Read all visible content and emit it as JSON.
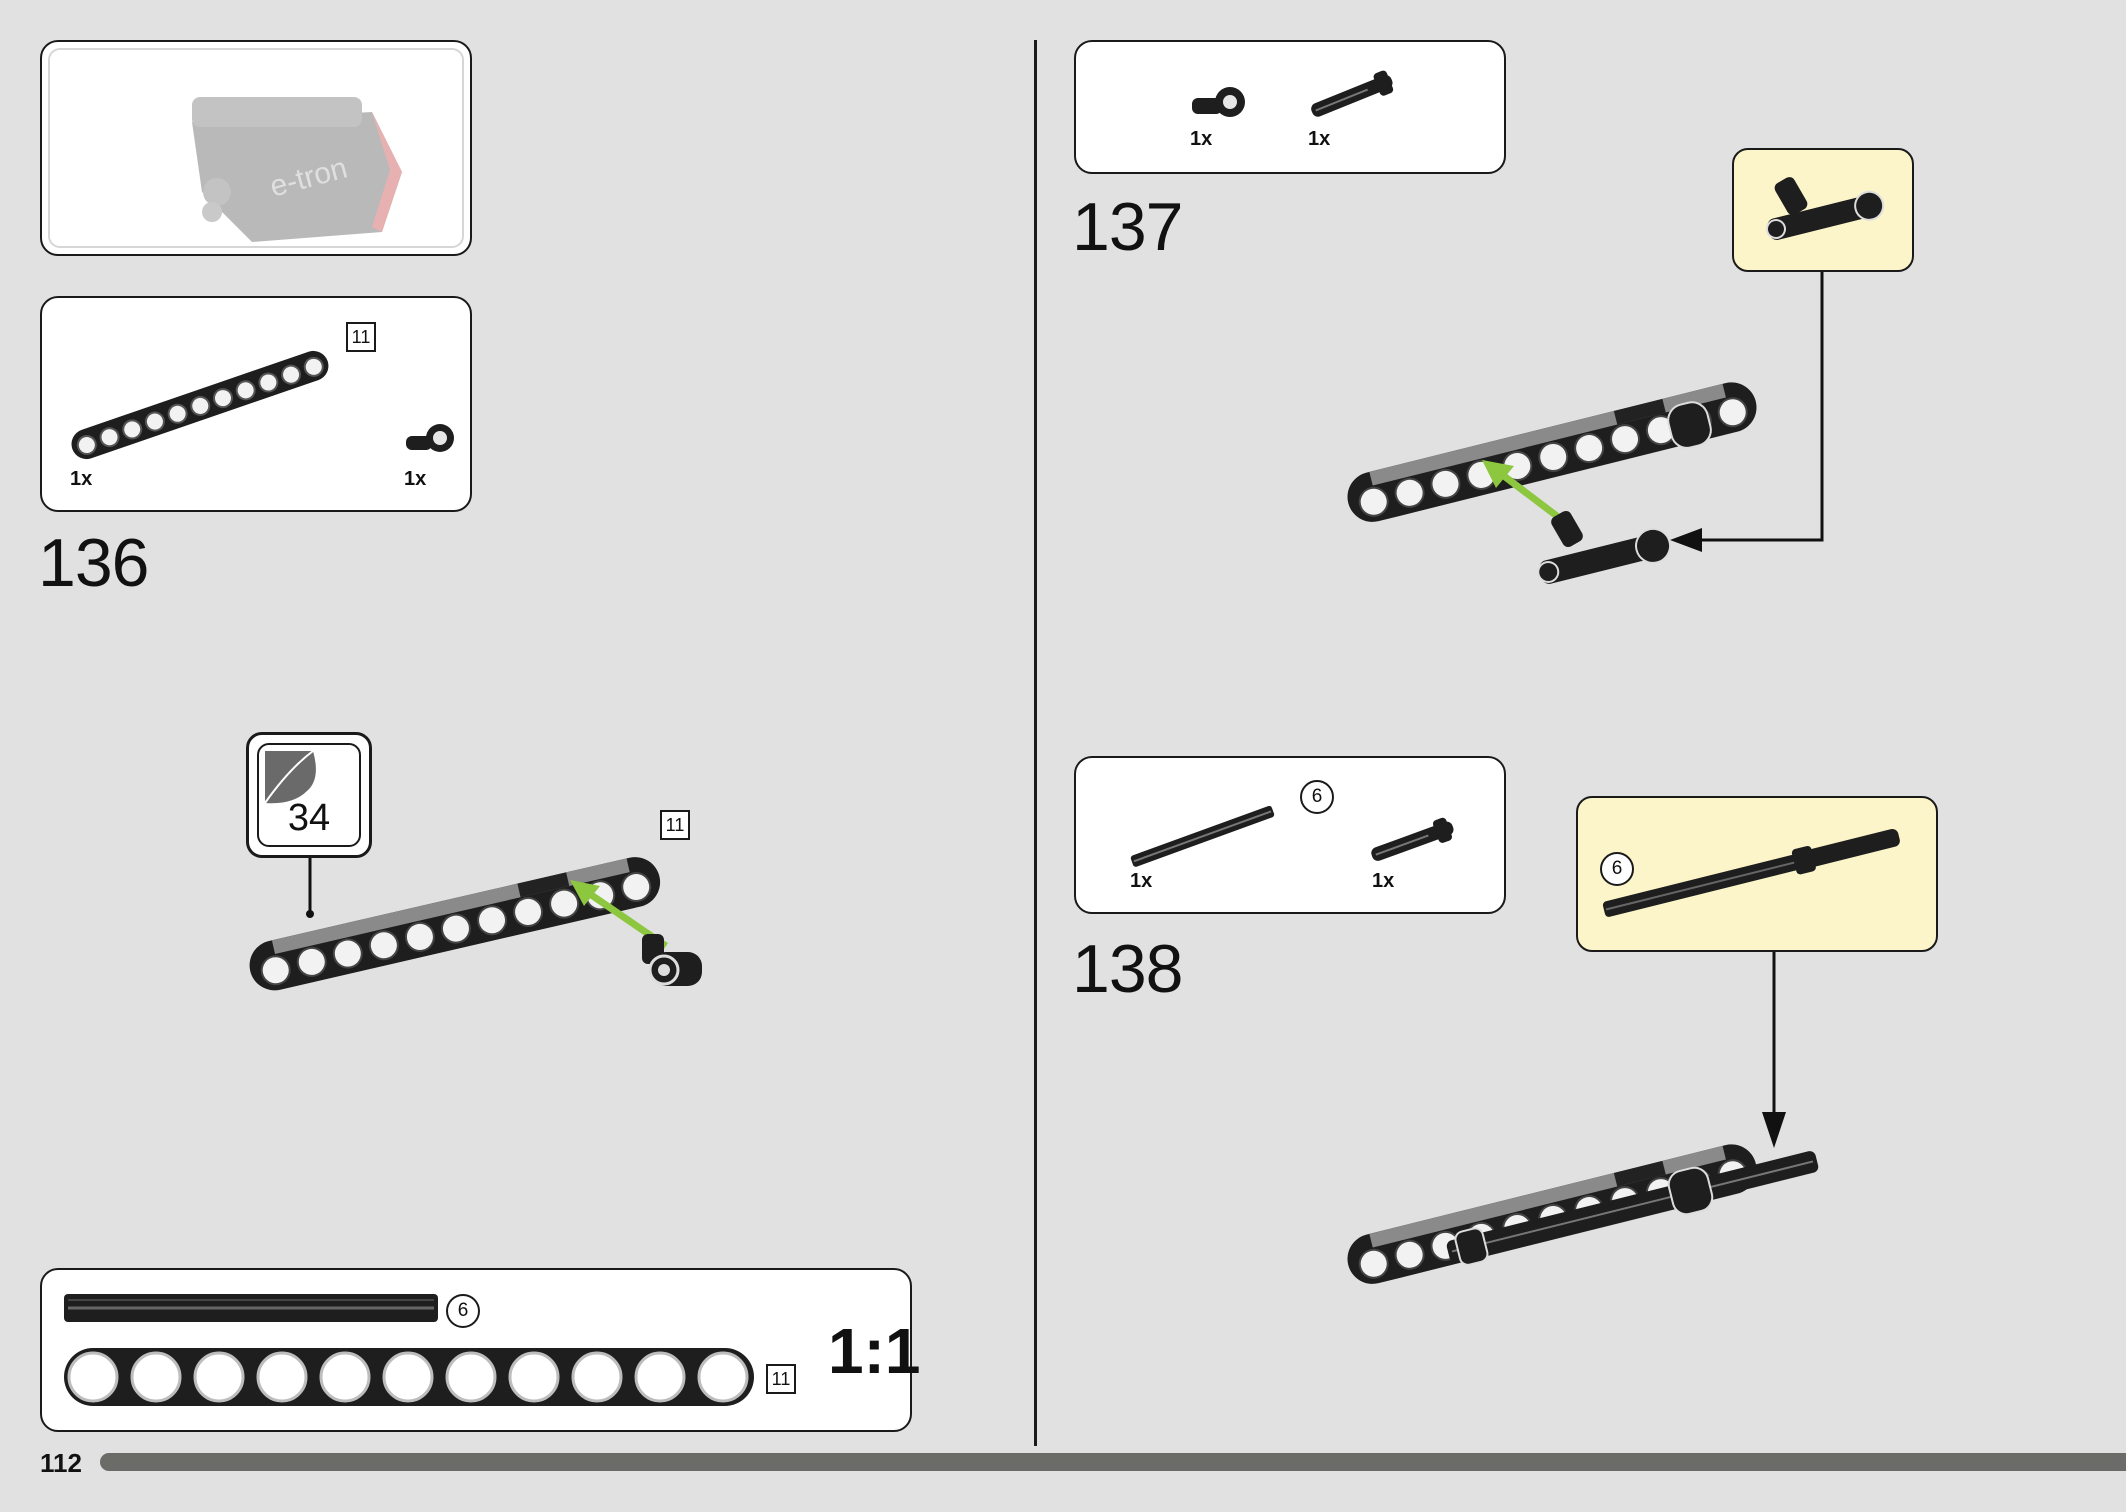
{
  "overview": {
    "label": "e-tron"
  },
  "step136": {
    "number": "136",
    "parts": [
      {
        "qty": "1x"
      },
      {
        "qty": "1x"
      }
    ],
    "beam_length": "11",
    "sticker_number": "34",
    "model_beam_length": "11"
  },
  "step137": {
    "number": "137",
    "parts": [
      {
        "qty": "1x"
      },
      {
        "qty": "1x"
      }
    ]
  },
  "step138": {
    "number": "138",
    "parts": [
      {
        "qty": "1x"
      },
      {
        "qty": "1x"
      }
    ],
    "axle_length": "6",
    "callout_axle_length": "6"
  },
  "scale_box": {
    "axle_length": "6",
    "beam_length": "11",
    "scale_label": "1:1"
  },
  "page": {
    "number": "112"
  },
  "colors": {
    "background": "#e1e1e1",
    "callout": "#fbf5c9",
    "arrow_green": "#8dc63f",
    "part_black": "#1e1e1e",
    "progress_bar": "#6b6b68"
  }
}
